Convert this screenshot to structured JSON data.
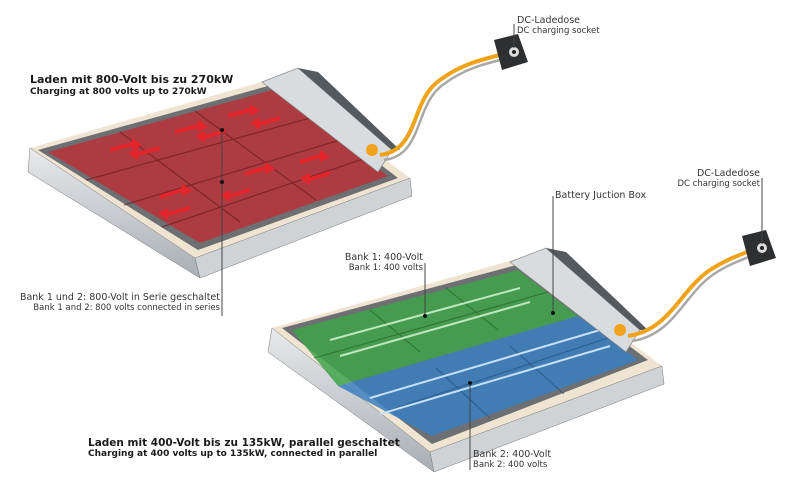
{
  "diagram": {
    "top_pack": {
      "title": "Laden mit 800-Volt bis zu 270kW",
      "subtitle": "Charging at 800 volts up to 270kW",
      "color": "#b8333a",
      "bank_caption_de": "Bank 1 und 2: 800-Volt in Serie geschaltet",
      "bank_caption_en": "Bank 1 and 2: 800 volts connected in series",
      "socket_de": "DC-Ladedose",
      "socket_en": "DC charging socket"
    },
    "bottom_pack": {
      "title": "Laden mit 400-Volt bis zu 135kW, parallel geschaltet",
      "subtitle": "Charging at 400 volts up to 135kW, connected in parallel",
      "bank1_color": "#3fa34a",
      "bank2_color": "#3a7fc0",
      "bank1_de": "Bank 1: 400-Volt",
      "bank1_en": "Bank 1: 400 volts",
      "bank2_de": "Bank 2: 400-Volt",
      "bank2_en": "Bank 2: 400 volts",
      "junction_box": "Battery Juction Box",
      "socket_de": "DC-Ladedose",
      "socket_en": "DC charging socket"
    },
    "cable_color": "#f0a21a"
  }
}
